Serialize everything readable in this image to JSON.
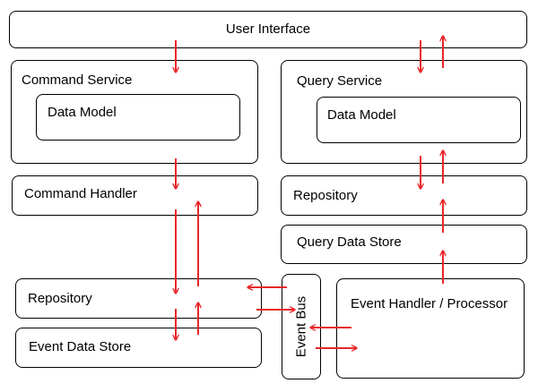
{
  "nodes": {
    "user_interface": "User Interface",
    "command_service": "Command Service",
    "command_data_model": "Data Model",
    "command_handler": "Command Handler",
    "command_repository": "Repository",
    "event_data_store": "Event Data Store",
    "event_bus": "Event Bus",
    "query_service": "Query Service",
    "query_data_model": "Data Model",
    "query_repository": "Repository",
    "query_data_store": "Query Data Store",
    "event_handler": "Event Handler / Processor"
  },
  "colors": {
    "arrow": "#e8262a",
    "border": "#000000",
    "background": "#ffffff"
  }
}
